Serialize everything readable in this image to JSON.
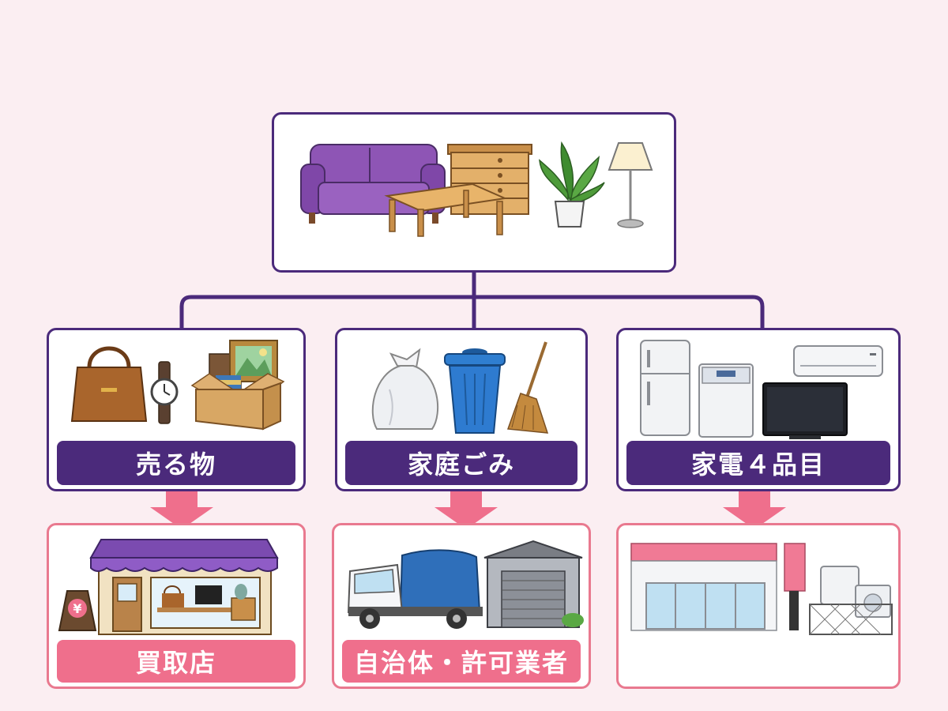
{
  "categories": [
    {
      "label": "売る物"
    },
    {
      "label": "家庭ごみ"
    },
    {
      "label": "家電４品目"
    }
  ],
  "destinations": [
    {
      "label": "買取店"
    },
    {
      "label": "自治体・許可業者"
    },
    {
      "label": ""
    }
  ],
  "shop_sign_symbol": "¥",
  "colors": {
    "background": "#fbeef2",
    "purple": "#4b2a7b",
    "pink": "#ef6f8c",
    "pink_border": "#e9798f"
  }
}
